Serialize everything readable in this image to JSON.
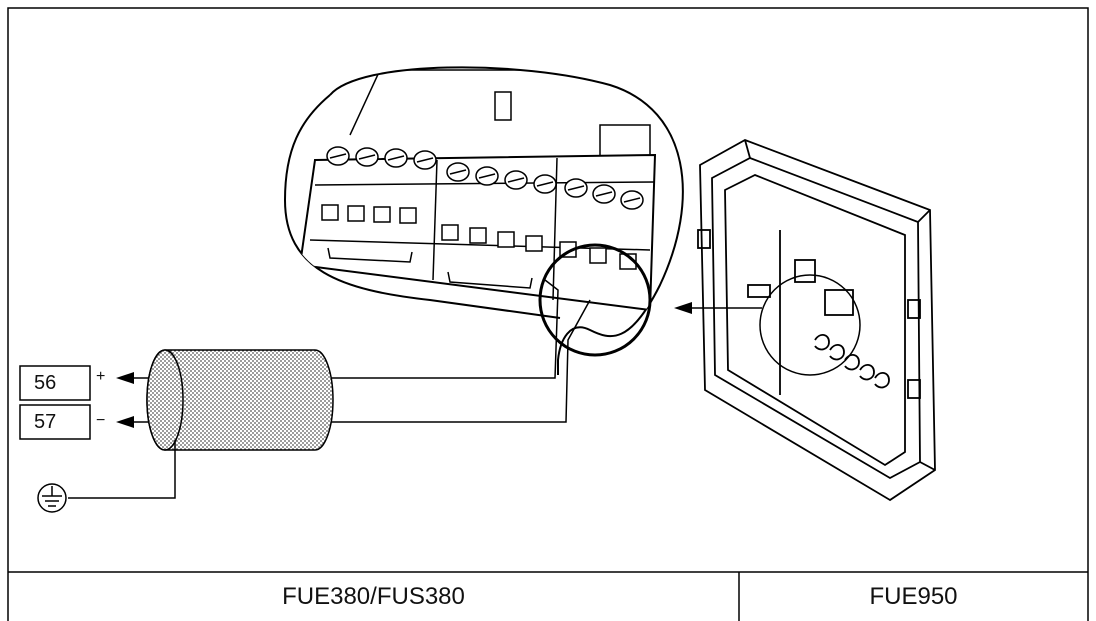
{
  "terminals": [
    {
      "number": "56",
      "sign": "+"
    },
    {
      "number": "57",
      "sign": "−"
    }
  ],
  "captions": {
    "left": "FUE380/FUS380",
    "right": "FUE950"
  },
  "icons": {
    "ground": "ground-symbol-icon",
    "cable": "shielded-cable-icon"
  }
}
